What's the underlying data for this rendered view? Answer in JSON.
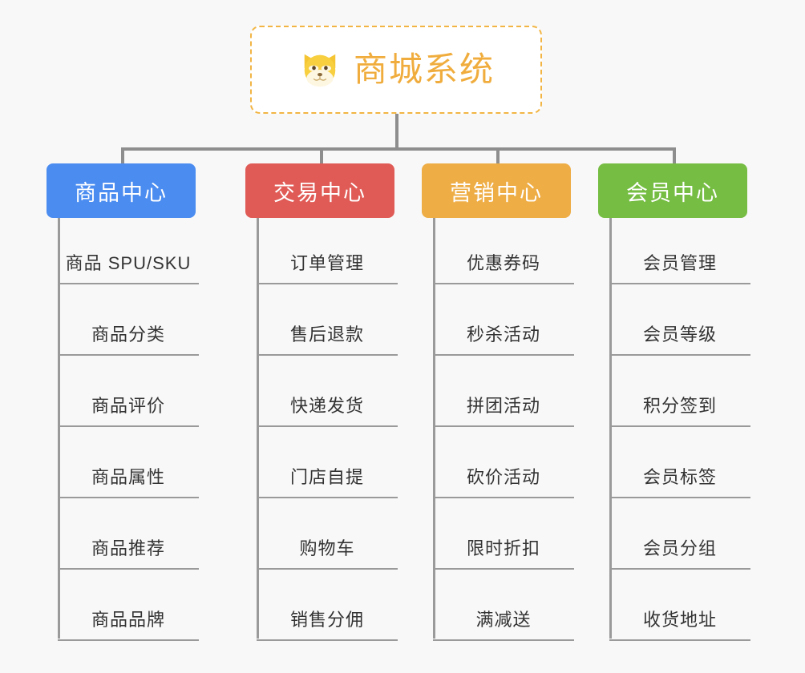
{
  "page": {
    "background_color": "#f8f8f8",
    "title": "商城系统"
  },
  "root": {
    "title": "商城系统",
    "icon": "shiba-dog-icon",
    "text_color": "#f0ad3e",
    "border_color": "#f2b544",
    "border_style": "dashed",
    "background_color": "#ffffff"
  },
  "connector": {
    "color": "#8e8e8e"
  },
  "columns": [
    {
      "id": "product-center",
      "header": "商品中心",
      "color": "#4a8cf0",
      "items": [
        "商品 SPU/SKU",
        "商品分类",
        "商品评价",
        "商品属性",
        "商品推荐",
        "商品品牌"
      ]
    },
    {
      "id": "trade-center",
      "header": "交易中心",
      "color": "#e05b56",
      "items": [
        "订单管理",
        "售后退款",
        "快递发货",
        "门店自提",
        "购物车",
        "销售分佣"
      ]
    },
    {
      "id": "marketing-center",
      "header": "营销中心",
      "color": "#eead45",
      "items": [
        "优惠券码",
        "秒杀活动",
        "拼团活动",
        "砍价活动",
        "限时折扣",
        "满减送"
      ]
    },
    {
      "id": "member-center",
      "header": "会员中心",
      "color": "#76bd43",
      "items": [
        "会员管理",
        "会员等级",
        "积分签到",
        "会员标签",
        "会员分组",
        "收货地址"
      ]
    }
  ]
}
